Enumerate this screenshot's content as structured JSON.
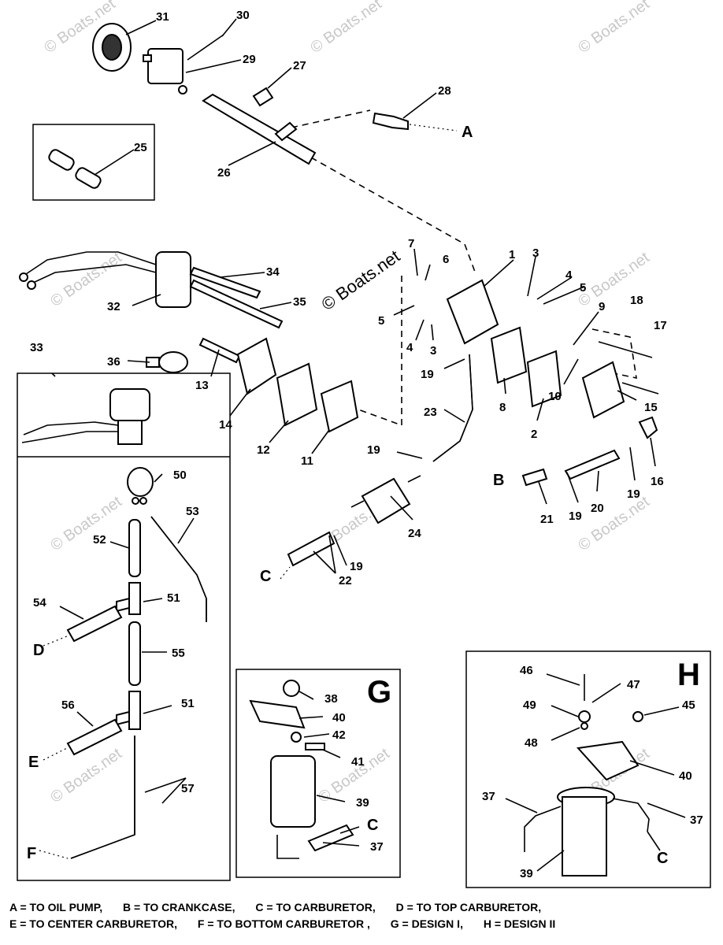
{
  "watermark": "© Boats.net",
  "section_labels": {
    "g": "G",
    "h": "H"
  },
  "connections": {
    "a": "A",
    "b": "B",
    "c": "C",
    "d": "D",
    "e": "E",
    "f": "F"
  },
  "callouts": {
    "n1": "1",
    "n2": "2",
    "n3": "3",
    "n4": "4",
    "n5": "5",
    "n6": "6",
    "n7": "7",
    "n8": "8",
    "n9": "9",
    "n10": "10",
    "n11": "11",
    "n12": "12",
    "n13": "13",
    "n14": "14",
    "n15": "15",
    "n16": "16",
    "n17": "17",
    "n18": "18",
    "n19": "19",
    "n20": "20",
    "n21": "21",
    "n22": "22",
    "n23": "23",
    "n24": "24",
    "n25": "25",
    "n26": "26",
    "n27": "27",
    "n28": "28",
    "n29": "29",
    "n30": "30",
    "n31": "31",
    "n32": "32",
    "n33": "33",
    "n34": "34",
    "n35": "35",
    "n36": "36",
    "n37": "37",
    "n38": "38",
    "n39": "39",
    "n40": "40",
    "n41": "41",
    "n42": "42",
    "n45": "45",
    "n46": "46",
    "n47": "47",
    "n48": "48",
    "n49": "49",
    "n50": "50",
    "n51": "51",
    "n52": "52",
    "n53": "53",
    "n54": "54",
    "n55": "55",
    "n56": "56",
    "n57": "57"
  },
  "legend": [
    "A = TO OIL PUMP,",
    "B = TO CRANKCASE,",
    "C = TO CARBURETOR,",
    "D = TO TOP CARBURETOR,",
    "E = TO CENTER CARBURETOR,",
    "F = TO BOTTOM CARBURETOR ,",
    "G = DESIGN I,",
    "H = DESIGN II"
  ]
}
